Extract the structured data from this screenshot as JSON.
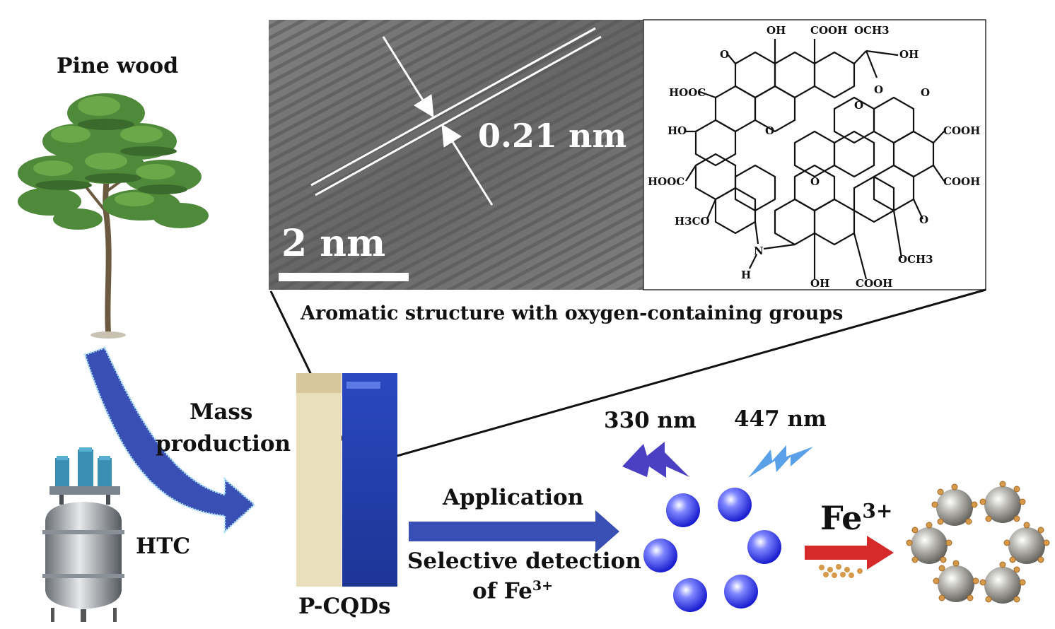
{
  "labels": {
    "pine_wood": "Pine wood",
    "mass_production_1": "Mass",
    "mass_production_2": "production",
    "htc": "HTC",
    "pcqds": "P-CQDs",
    "application": "Application",
    "selective_detection_1": "Selective detection",
    "selective_detection_2": "of Fe",
    "selective_detection_sup": "3+",
    "excitation": "330 nm",
    "emission": "447 nm",
    "fe_ion": "Fe",
    "fe_ion_sup": "3+",
    "caption": "Aromatic structure with oxygen-containing groups"
  },
  "tem": {
    "lattice_spacing": "0.21 nm",
    "scale_bar": "2 nm"
  },
  "structure": {
    "groups": {
      "oh_top": "OH",
      "cooh_top": "COOH",
      "och3_top": "OCH3",
      "o_left": "O",
      "oh_right_top": "OH",
      "hooc_left1": "HOOC",
      "o_ring": "O",
      "o_ester": "O",
      "o_ester_dbl": "O",
      "ho_left": "HO",
      "cooh_right1": "COOH",
      "o_center_left": "O",
      "hooc_left2": "HOOC",
      "cooh_right2": "COOH",
      "o_center": "O",
      "h3co_left": "H3CO",
      "o_right_keto": "O",
      "n_group": "N",
      "h_group": "H",
      "och3_right": "OCH3",
      "oh_bottom": "OH",
      "cooh_bottom": "COOH"
    }
  },
  "colors": {
    "arrow_blue": "#3a4fb3",
    "cuvette_blue": "#2340a8",
    "cuvette_yellow": "#e8dcb5",
    "dot_blue": "#2a2ee0",
    "lightning_purple": "#4b3fc4",
    "lightning_light": "#5aa0e8",
    "fe_arrow_red": "#d62a2a",
    "particle_gray": "#8a8a86",
    "particle_orange": "#d79a4a"
  }
}
